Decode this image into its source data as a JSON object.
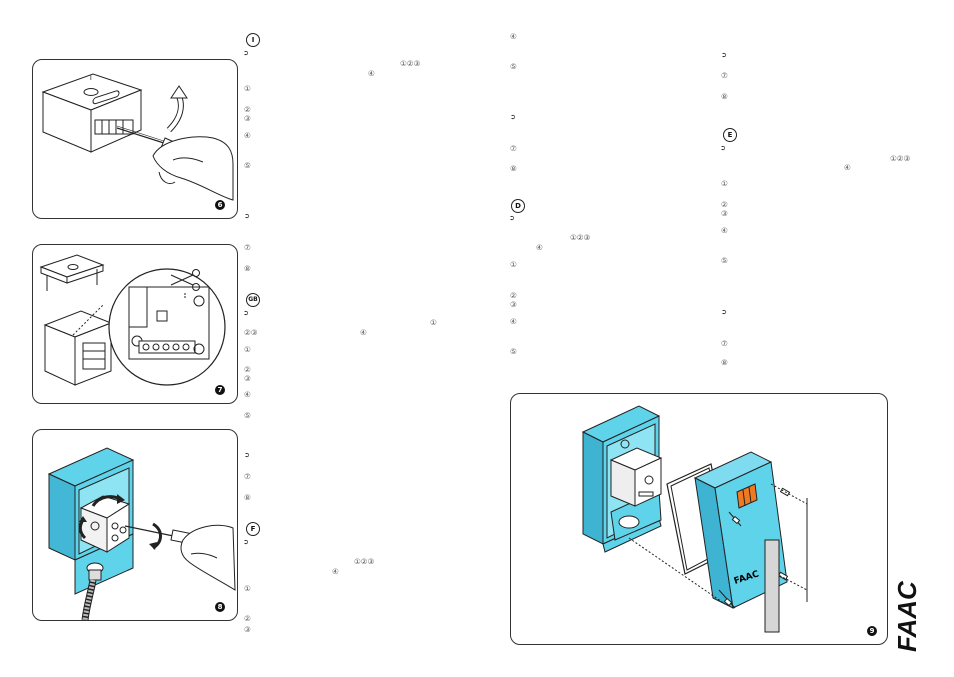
{
  "figures": {
    "fig6": {
      "number": "6"
    },
    "fig7": {
      "number": "7"
    },
    "fig8": {
      "number": "8"
    },
    "fig9": {
      "number": "9"
    }
  },
  "sections": {
    "italian": {
      "letter": "I"
    },
    "english": {
      "letter": "GB"
    },
    "french": {
      "letter": "F"
    },
    "german": {
      "letter": "D"
    },
    "spanish": {
      "letter": "E"
    }
  },
  "markers": {
    "m1": "①",
    "m2": "②",
    "m3": "③",
    "m4": "④",
    "m5": "⑤",
    "m7": "⑦",
    "m8": "⑧",
    "m123": "①②③",
    "m23": "②③"
  },
  "brand": {
    "name": "FAAC"
  },
  "colors": {
    "enclosure": "#5fd3ea",
    "accent": "#f07a22",
    "line": "#222222"
  }
}
